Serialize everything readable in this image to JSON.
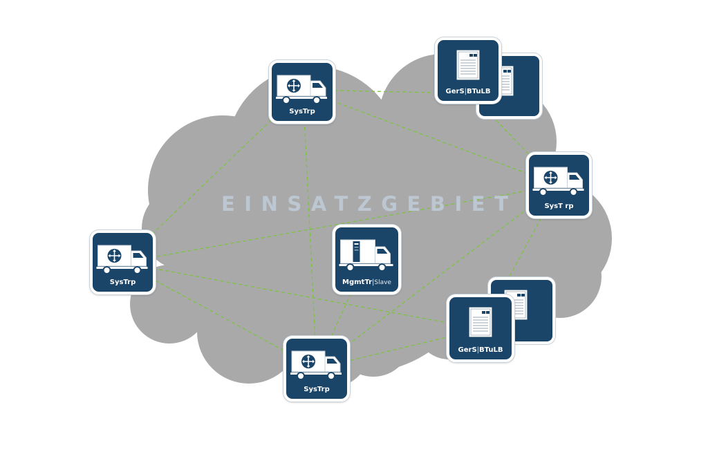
{
  "area_label": "EINSATZGEBIET",
  "colors": {
    "cloud": "#a9a9a9",
    "node_fill": "#1b4568",
    "link": "#7cc43d",
    "label_text": "#bcc7d2"
  },
  "nodes": [
    {
      "id": "systrp-top",
      "type": "truck-router",
      "label": "SysTrp"
    },
    {
      "id": "gers-top",
      "type": "document-stack",
      "label_main": "GerS",
      "label_sep": "|",
      "label_rest": "BTuLB"
    },
    {
      "id": "systrp-right",
      "type": "truck-router",
      "label": "SysT rp"
    },
    {
      "id": "systrp-left",
      "type": "truck-router",
      "label": "SysTrp"
    },
    {
      "id": "mgmt-center",
      "type": "truck-server",
      "label_main": "MgmtTr",
      "label_sep": "|",
      "label_rest": "Slave"
    },
    {
      "id": "gers-bottom",
      "type": "document-stack",
      "label_main": "GerS",
      "label_sep": "|",
      "label_rest": "BTuLB"
    },
    {
      "id": "systrp-bottom",
      "type": "truck-router",
      "label": "SysTrp"
    }
  ],
  "links": [
    [
      "systrp-top",
      "gers-top"
    ],
    [
      "systrp-top",
      "systrp-right"
    ],
    [
      "systrp-top",
      "systrp-left"
    ],
    [
      "systrp-top",
      "systrp-bottom"
    ],
    [
      "gers-top",
      "systrp-right"
    ],
    [
      "systrp-right",
      "systrp-left"
    ],
    [
      "systrp-right",
      "gers-bottom"
    ],
    [
      "systrp-right",
      "systrp-bottom"
    ],
    [
      "systrp-left",
      "gers-bottom"
    ],
    [
      "systrp-left",
      "systrp-bottom"
    ],
    [
      "mgmt-center",
      "systrp-bottom"
    ],
    [
      "gers-bottom",
      "systrp-bottom"
    ]
  ]
}
